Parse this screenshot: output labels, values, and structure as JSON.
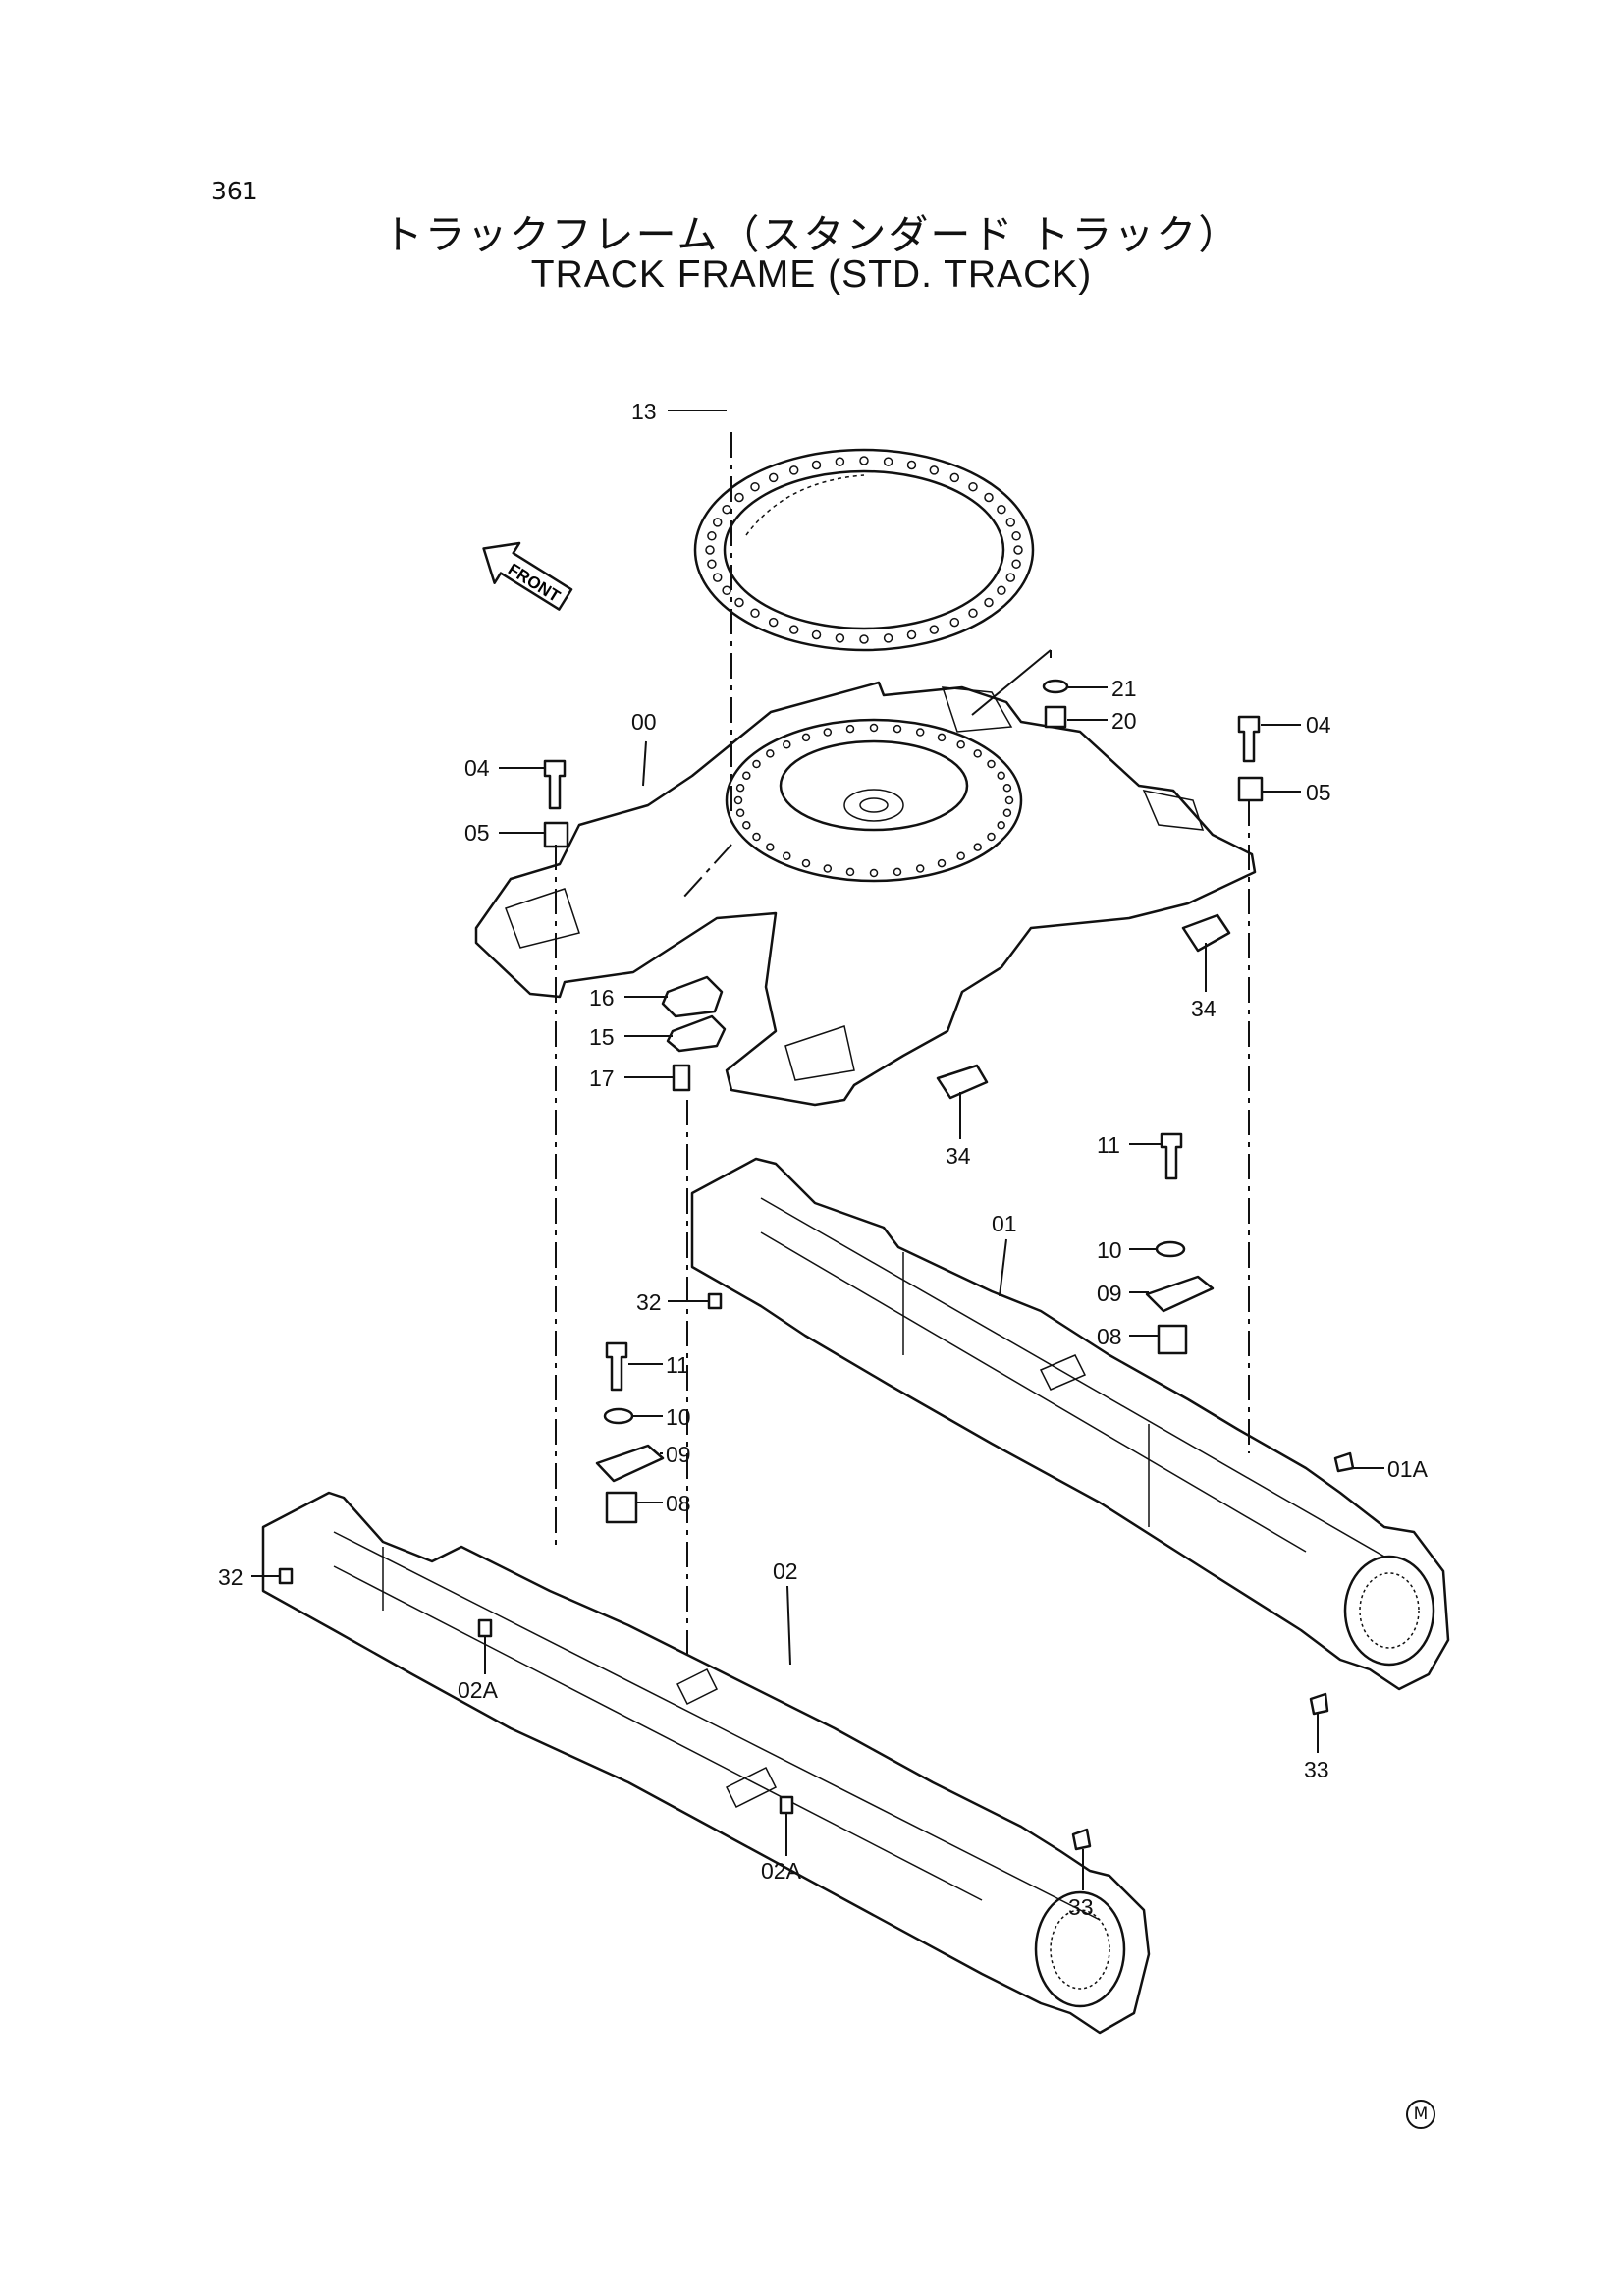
{
  "page_number": "361",
  "title_jp": "トラックフレーム（スタンダード トラック）",
  "title_en": "TRACK FRAME (STD. TRACK)",
  "front_arrow": {
    "text": "FRONT"
  },
  "parts": {
    "p13": "13",
    "p21": "21",
    "p20": "20",
    "p00": "00",
    "p04_left": "04",
    "p05_left": "05",
    "p04_right": "04",
    "p05_right": "05",
    "p16": "16",
    "p15": "15",
    "p17": "17",
    "p34_right": "34",
    "p34_left": "34",
    "p11_right": "11",
    "p10_right": "10",
    "p09_right": "09",
    "p08_right": "08",
    "p01": "01",
    "p32_upper": "32",
    "p11_left": "11",
    "p10_left": "10",
    "p09_left": "09",
    "p08_left": "08",
    "p01A": "01A",
    "p32_lower": "32",
    "p02": "02",
    "p02A_upper": "02A",
    "p02A_lower": "02A",
    "p33_right": "33",
    "p33_left": "33"
  },
  "maker_mark": "M"
}
